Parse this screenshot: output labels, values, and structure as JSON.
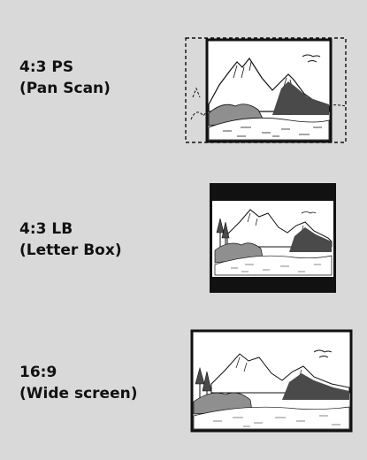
{
  "modes": [
    {
      "title": "4:3 PS",
      "subtitle": "(Pan Scan)"
    },
    {
      "title": "4:3 LB",
      "subtitle": "(Letter Box)"
    },
    {
      "title": "16:9",
      "subtitle": "(Wide screen)"
    }
  ],
  "colors": {
    "background": "#d9d9d9",
    "ink": "#111111",
    "dark_gray": "#4a4a4a",
    "mid_gray": "#8f8f8f",
    "paper": "#ffffff"
  }
}
